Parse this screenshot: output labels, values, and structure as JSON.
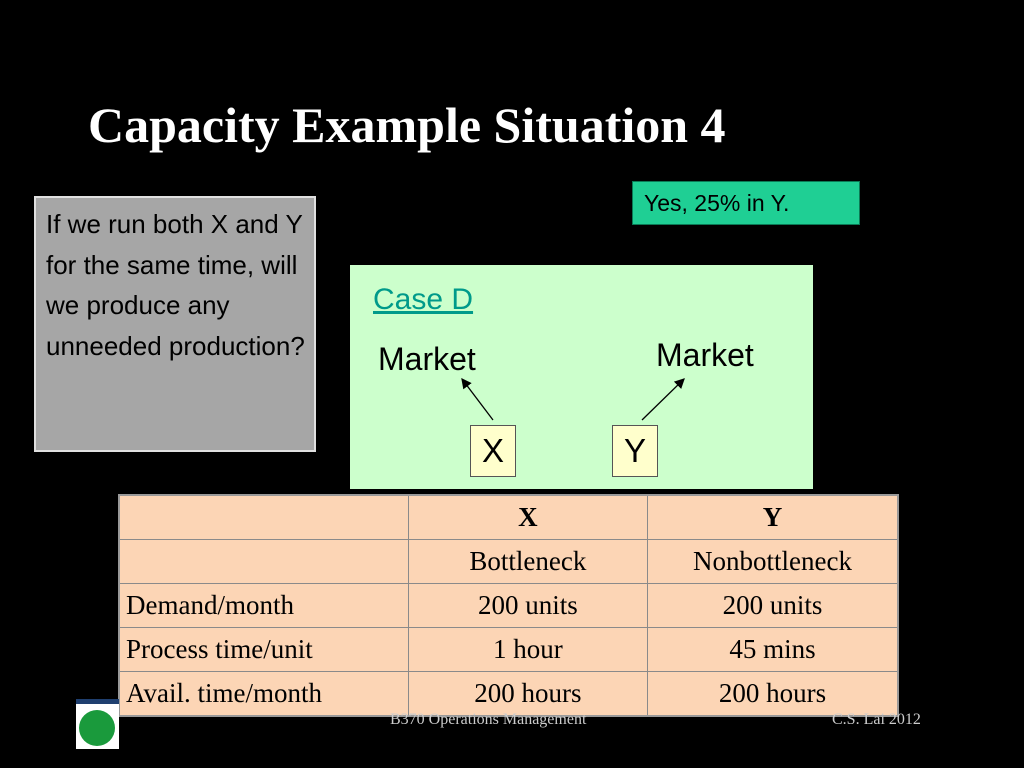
{
  "slide": {
    "title": "Capacity Example Situation 4",
    "answer": "Yes, 25% in Y.",
    "question": "If we run both X and Y for the same time, will we produce any unneeded production?"
  },
  "diagram": {
    "case_label": "Case D",
    "market_left": "Market",
    "market_right": "Market",
    "node_x": "X",
    "node_y": "Y"
  },
  "table": {
    "header": [
      "",
      "X",
      "Y"
    ],
    "rows": [
      [
        "",
        "Bottleneck",
        "Nonbottleneck"
      ],
      [
        "Demand/month",
        "200 units",
        "200 units"
      ],
      [
        "Process time/unit",
        "1 hour",
        "45 mins"
      ],
      [
        "Avail. time/month",
        "200 hours",
        "200 hours"
      ]
    ]
  },
  "footer": {
    "course": "B370 Operations Management",
    "author": "C.S. Lai  2012"
  },
  "colors": {
    "background": "#000000",
    "answer_box": "#1fcf94",
    "question_box": "#a6a6a6",
    "case_box": "#ccffcc",
    "table_fill": "#fcd5b5",
    "node_fill": "#ffffcc"
  }
}
